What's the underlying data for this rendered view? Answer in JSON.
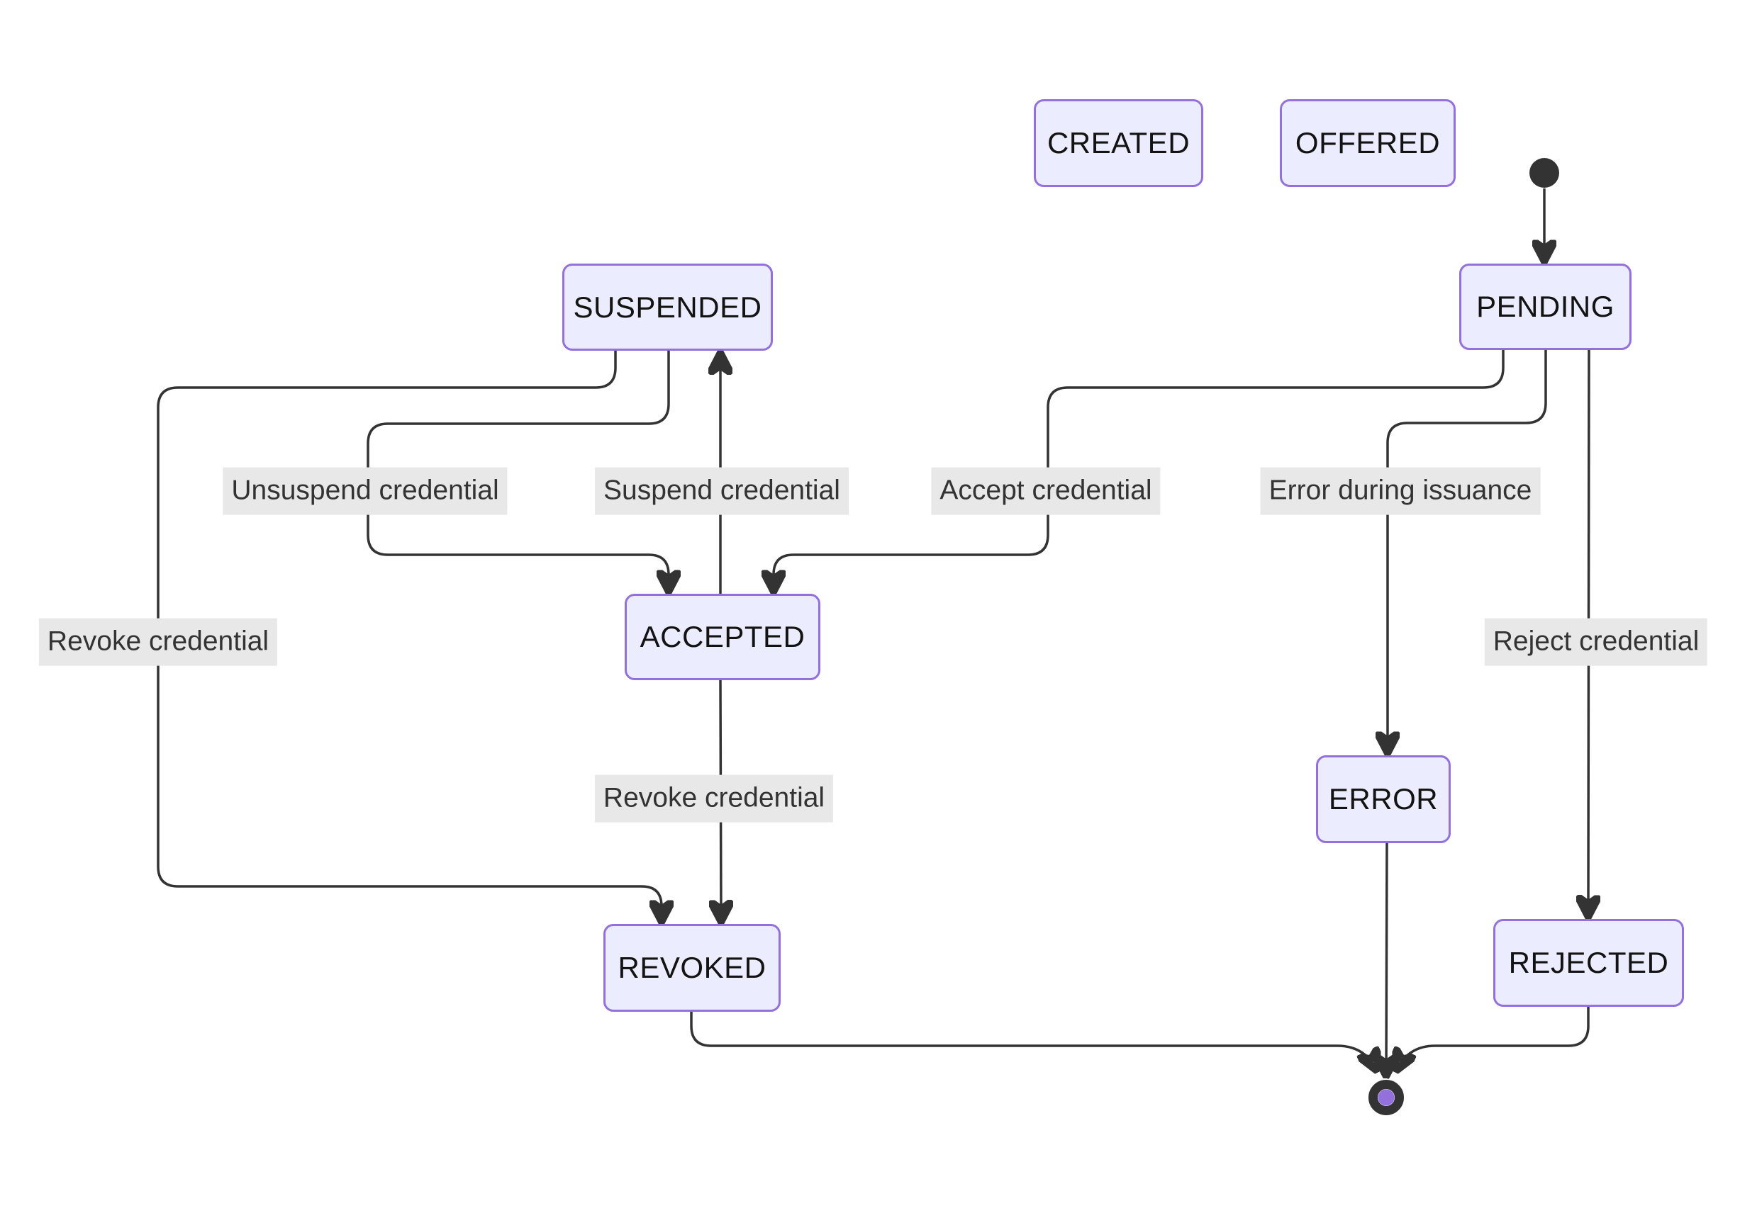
{
  "diagram": {
    "type": "state-diagram",
    "states": [
      {
        "id": "CREATED",
        "label": "CREATED"
      },
      {
        "id": "OFFERED",
        "label": "OFFERED"
      },
      {
        "id": "PENDING",
        "label": "PENDING"
      },
      {
        "id": "SUSPENDED",
        "label": "SUSPENDED"
      },
      {
        "id": "ACCEPTED",
        "label": "ACCEPTED"
      },
      {
        "id": "ERROR",
        "label": "ERROR"
      },
      {
        "id": "REVOKED",
        "label": "REVOKED"
      },
      {
        "id": "REJECTED",
        "label": "REJECTED"
      }
    ],
    "initial_state_target": "PENDING",
    "final_state_sources": [
      "REVOKED",
      "ERROR",
      "REJECTED"
    ],
    "transitions": [
      {
        "from": "start",
        "to": "PENDING",
        "label": ""
      },
      {
        "from": "PENDING",
        "to": "ACCEPTED",
        "label": "Accept credential"
      },
      {
        "from": "PENDING",
        "to": "ERROR",
        "label": "Error during issuance"
      },
      {
        "from": "PENDING",
        "to": "REJECTED",
        "label": "Reject credential"
      },
      {
        "from": "SUSPENDED",
        "to": "ACCEPTED",
        "label": "Unsuspend credential"
      },
      {
        "from": "ACCEPTED",
        "to": "SUSPENDED",
        "label": "Suspend credential"
      },
      {
        "from": "SUSPENDED",
        "to": "REVOKED",
        "label": "Revoke credential"
      },
      {
        "from": "ACCEPTED",
        "to": "REVOKED",
        "label": "Revoke credential"
      },
      {
        "from": "REVOKED",
        "to": "end",
        "label": ""
      },
      {
        "from": "ERROR",
        "to": "end",
        "label": ""
      },
      {
        "from": "REJECTED",
        "to": "end",
        "label": ""
      }
    ],
    "colors": {
      "background": "#ffffff",
      "node_fill": "#ECECFF",
      "node_border": "#9370DB",
      "node_text": "#131313",
      "edge": "#333333",
      "edge_label_bg": "#e8e8e8",
      "edge_label_text": "#333333",
      "start_dot": "#333333",
      "end_ring": "#333333",
      "end_inner": "#ECECFF",
      "end_dot": "#9370DB"
    }
  }
}
